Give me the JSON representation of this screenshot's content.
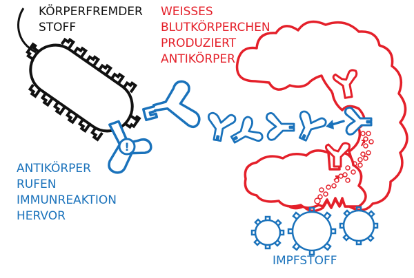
{
  "labels": {
    "foreign_substance": {
      "lines": [
        "KÖRPERFREMDER",
        "STOFF"
      ],
      "color": "#111111"
    },
    "white_blood_cell": {
      "lines": [
        "WEISSES",
        "BLUTKÖRPERCHEN",
        "PRODUZIERT",
        "ANTIKÖRPER"
      ],
      "color": "#e4202a"
    },
    "antibodies_response": {
      "lines": [
        "ANTIKÖRPER",
        "RUFEN",
        "IMMUNREAKTION",
        "HERVOR"
      ],
      "color": "#1a72bb"
    },
    "vaccine": {
      "lines": [
        "IMPFSTOFF"
      ],
      "color": "#1a72bb"
    }
  },
  "icons": {
    "alert": "!",
    "flow_arrow": "arrow-left"
  },
  "colors": {
    "pathogen": "#111111",
    "cell": "#e4202a",
    "antibody": "#1a72bb"
  }
}
